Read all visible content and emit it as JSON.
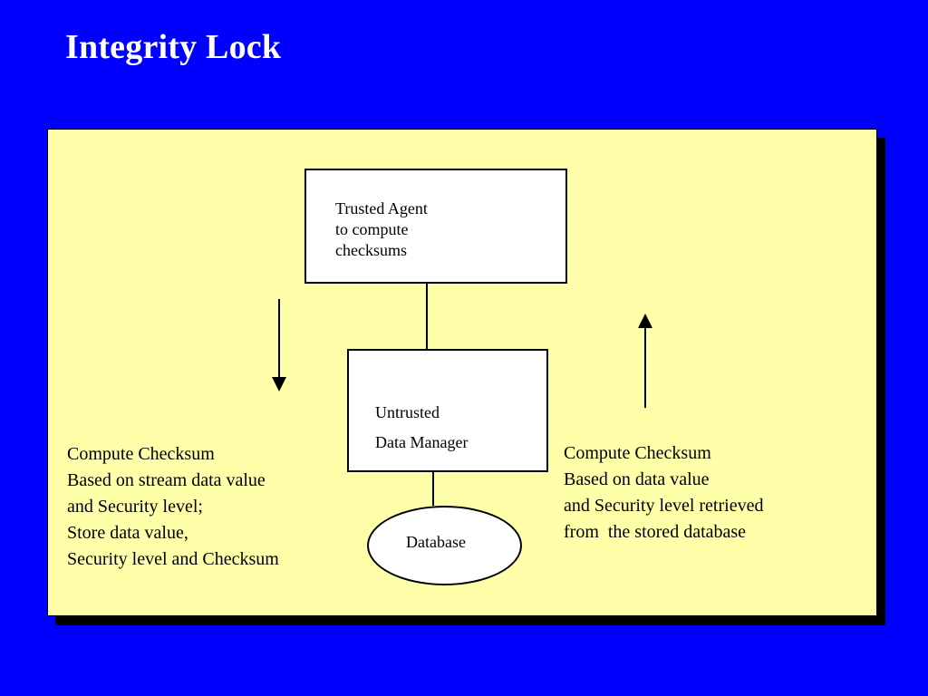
{
  "slide": {
    "title": "Integrity Lock",
    "background_color": "#0000ff",
    "panel_color": "#ffffaa"
  },
  "diagram": {
    "trusted_agent": {
      "lines": [
        "Trusted Agent",
        "to compute",
        "checksums"
      ]
    },
    "data_manager": {
      "lines": [
        "Untrusted",
        "Data Manager"
      ]
    },
    "database": {
      "label": "Database"
    },
    "store_path": {
      "direction": "down",
      "lines": [
        "Compute Checksum",
        "Based on stream data value",
        "and Security level;",
        "Store data value,",
        "Security level and Checksum"
      ]
    },
    "retrieve_path": {
      "direction": "up",
      "lines": [
        "Compute Checksum",
        "Based on data value",
        "and Security level retrieved",
        "from  the stored database"
      ]
    }
  }
}
